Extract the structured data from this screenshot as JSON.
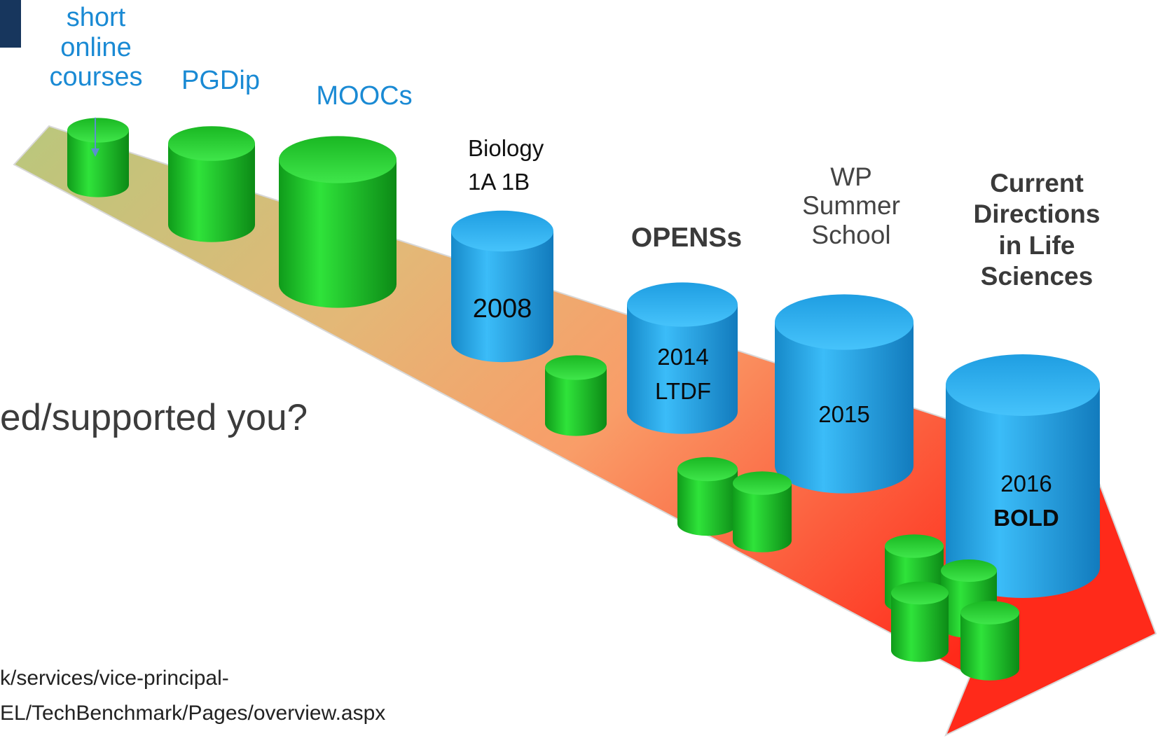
{
  "labels": {
    "short_online": "short\nonline\ncourses",
    "pgdip": "PGDip",
    "moocs": "MOOCs",
    "biology": "Biology\n1A 1B",
    "opens": "OPENSs",
    "wp": "WP\nSummer\nSchool",
    "current": "Current\nDirections\nin Life\nSciences"
  },
  "cylinders": {
    "c2008": "2008",
    "c2014_year": "2014",
    "c2014_sub": "LTDF",
    "c2015": "2015",
    "c2016_year": "2016",
    "c2016_sub": "BOLD"
  },
  "question_text": "ed/supported you?",
  "url_line1": "k/services/vice-principal-",
  "url_line2": "EL/TechBenchmark/Pages/overview.aspx",
  "colors": {
    "arrow_start": "#c2c77a",
    "arrow_mid": "#f5a86a",
    "arrow_end": "#ff3020",
    "green": "#22c82a",
    "blue": "#25a8ec"
  }
}
